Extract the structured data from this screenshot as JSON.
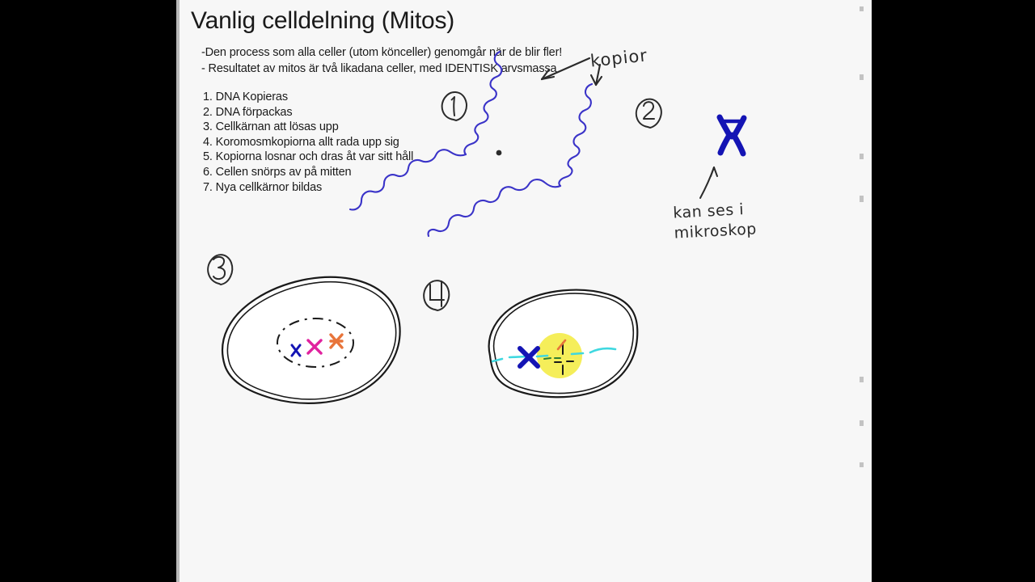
{
  "app": {
    "background_color": "#000000",
    "slide_color": "#f7f7f7"
  },
  "slide": {
    "title": "Vanlig celldelning (Mitos)",
    "subtitle_lines": [
      "-Den process som alla celler (utom könceller) genomgår när de blir fler!",
      "- Resultatet av mitos är två likadana celler, med IDENTISK arvsmassa"
    ],
    "steps": [
      "1. DNA Kopieras",
      "2. DNA förpackas",
      "3. Cellkärnan att lösas upp",
      "4. Koromosmkopiorna allt rada upp sig",
      "5. Kopiorna losnar och dras åt var sitt håll",
      "6. Cellen snörps av på mitten",
      "7. Nya cellkärnor bildas"
    ]
  },
  "annotations": {
    "kopior_label": "kopior",
    "mikroskop_label_line1": "kan ses i",
    "mikroskop_label_line2": "mikroskop",
    "marker_1": "1",
    "marker_2": "2",
    "marker_3": "3",
    "marker_4": "4"
  },
  "colors": {
    "dna_strand": "#3a33c8",
    "chromosome_blue": "#1414b4",
    "chromosome_magenta": "#e0229e",
    "chromosome_orange": "#e8743a",
    "cell_outline": "#1a1a1a",
    "nucleus_dash": "#1a1a1a",
    "equator_line": "#3fd8e0",
    "highlight_yellow": "#f5ee5a",
    "ink": "#2b2b2b"
  }
}
